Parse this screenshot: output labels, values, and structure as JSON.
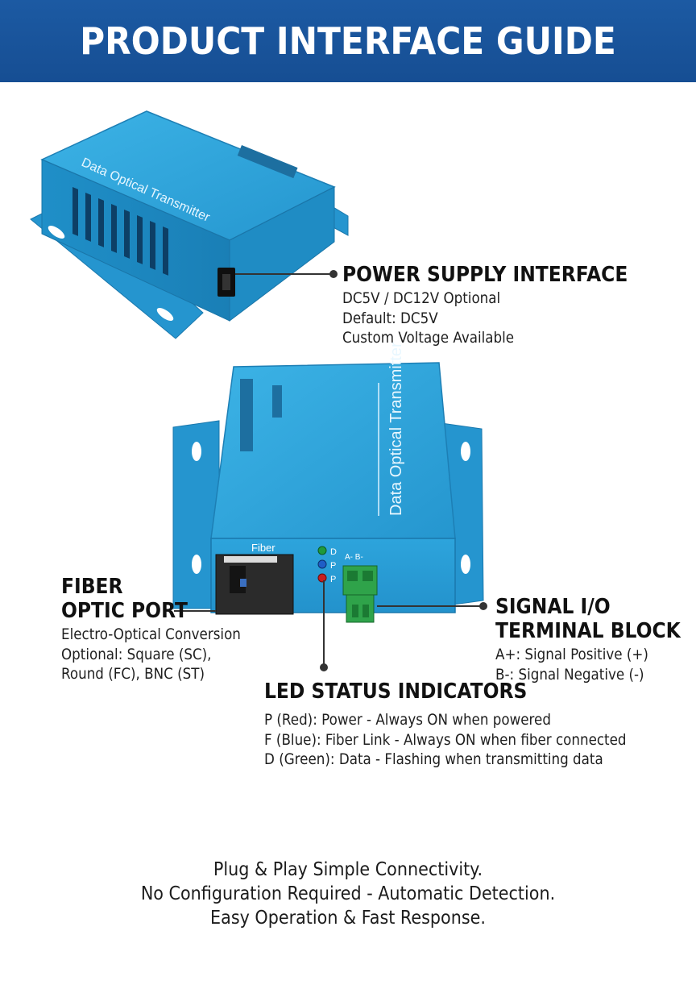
{
  "header": {
    "title": "PRODUCT INTERFACE GUIDE",
    "bg_color": "#1c5aa3"
  },
  "device": {
    "body_color": "#2aa6de",
    "label_text": "Data Optical Transmitter",
    "fiber_label": "Fiber",
    "led_labels": [
      "D",
      "P",
      "P"
    ],
    "terminal_labels": "A-  B-"
  },
  "callouts": {
    "power": {
      "title": "POWER SUPPLY INTERFACE",
      "lines": [
        "DC5V / DC12V Optional",
        "Default: DC5V",
        "Custom Voltage Available"
      ]
    },
    "fiber": {
      "title_line1": "FIBER",
      "title_line2": "OPTIC PORT",
      "lines": [
        "Electro-Optical Conversion",
        "Optional: Square (SC),",
        "Round (FC), BNC (ST)"
      ]
    },
    "signal": {
      "title_line1": "SIGNAL I/O",
      "title_line2": "TERMINAL BLOCK",
      "lines": [
        "A+: Signal Positive (+)",
        "B-: Signal Negative (-)"
      ]
    },
    "led": {
      "title": "LED STATUS INDICATORS",
      "lines": [
        "P (Red): Power - Always ON when powered",
        "F (Blue): Fiber Link - Always ON when fiber connected",
        "D (Green): Data - Flashing when transmitting data"
      ]
    }
  },
  "footer": {
    "lines": [
      "Plug & Play Simple Connectivity.",
      "No Configuration Required - Automatic Detection.",
      "Easy Operation & Fast Response."
    ]
  }
}
